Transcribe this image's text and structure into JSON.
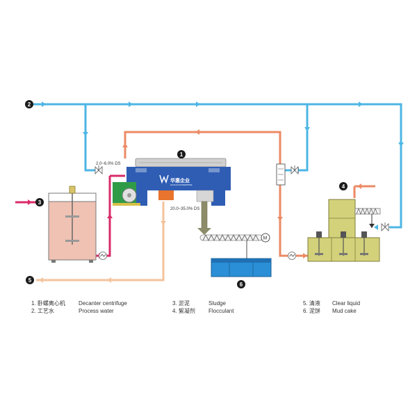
{
  "diagram": {
    "colors": {
      "process_water": "#4cb6e4",
      "clear_liquid": "#ec8a64",
      "sludge_feed": "#d92b6a",
      "concentrate": "#f3c39c",
      "centrifuge": "#2f5db4",
      "motor": "#2f9b47",
      "tank_fill": "#f0c2b3",
      "flocculant_tank": "#d3d17a",
      "mud_cake_bin": "#2a8fd6"
    },
    "annotations": {
      "feed_ds": "2.0~6.0% DS",
      "cake_ds": "20.0~35.0% DS",
      "motor_label": "M"
    },
    "brand": {
      "name": "华惠企业",
      "subtitle": "HUAHUI ENTERPRISE"
    },
    "badges": [
      {
        "id": "1",
        "number": "1"
      },
      {
        "id": "2",
        "number": "2"
      },
      {
        "id": "3",
        "number": "3"
      },
      {
        "id": "4",
        "number": "4"
      },
      {
        "id": "5",
        "number": "5"
      },
      {
        "id": "6",
        "number": "6"
      }
    ]
  },
  "legend": [
    {
      "zh": "1. 卧螺离心机",
      "en": "Decanter centrifuge"
    },
    {
      "zh": "2. 工艺水",
      "en": "Process water"
    },
    {
      "zh": "3. 淤泥",
      "en": "Sludge"
    },
    {
      "zh": "4. 絮凝剂",
      "en": "Flocculant"
    },
    {
      "zh": "5. 清液",
      "en": "Clear liquid"
    },
    {
      "zh": "6. 泥饼",
      "en": "Mud cake"
    }
  ]
}
